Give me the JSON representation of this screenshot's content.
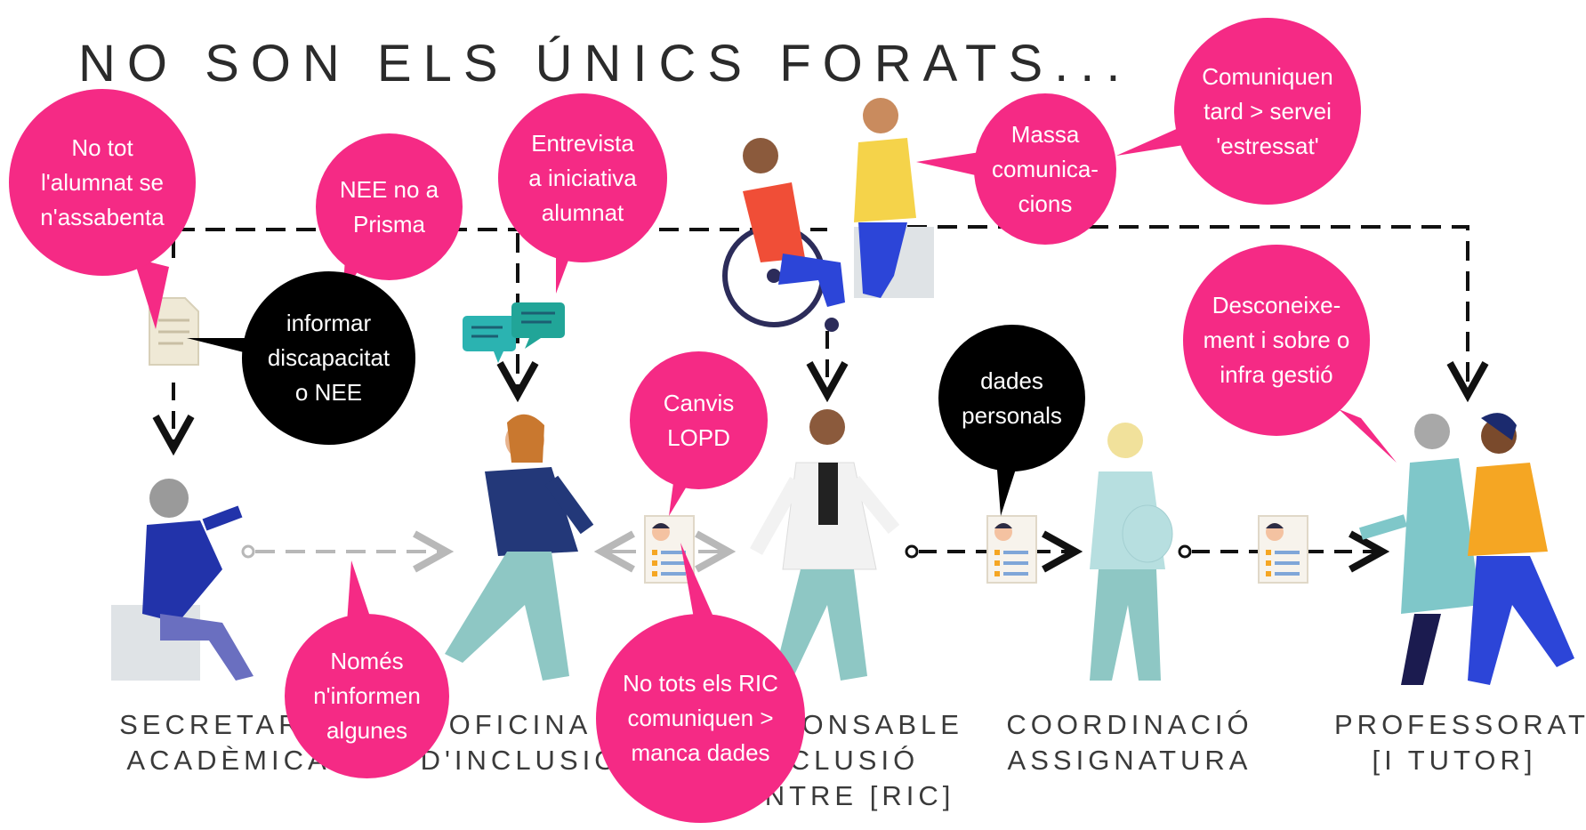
{
  "title": "NO SON ELS ÚNICS FORATS...",
  "colors": {
    "pink": "#f52a85",
    "black": "#000000",
    "dashed_main": "#111111",
    "dashed_grey": "#b8b8b8"
  },
  "stages": [
    {
      "line1": "SECRETARIA",
      "line2": "ACADÈMICA",
      "line3": ""
    },
    {
      "line1": "OFICINA",
      "line2": "D'INCLUSIÓ",
      "line3": ""
    },
    {
      "line1": "RESPONSABLE",
      "line2": "INCLUSIÓ",
      "line3": "CENTRE [RIC]"
    },
    {
      "line1": "COORDINACIÓ",
      "line2": "ASSIGNATURA",
      "line3": ""
    },
    {
      "line1": "PROFESSORAT",
      "line2": "[I TUTOR]",
      "line3": ""
    }
  ],
  "bubbles": {
    "no_tot": {
      "line1": "No tot",
      "line2": "l'alumnat se",
      "line3": "n'assabenta"
    },
    "nee": {
      "line1": "NEE no a",
      "line2": "Prisma"
    },
    "entrevista": {
      "line1": "Entrevista",
      "line2": "a iniciativa",
      "line3": "alumnat"
    },
    "massa": {
      "line1": "Massa",
      "line2": "comunica-",
      "line3": "cions"
    },
    "comuniquen": {
      "line1": "Comuniquen",
      "line2": "tard > servei",
      "line3": "'estressat'"
    },
    "informar": {
      "line1": "informar",
      "line2": "discapacitat",
      "line3": "o NEE"
    },
    "canvis": {
      "line1": "Canvis",
      "line2": "LOPD"
    },
    "dades": {
      "line1": "dades",
      "line2": "personals"
    },
    "desconeixement": {
      "line1": "Desconeixe-",
      "line2": "ment i sobre o",
      "line3": "infra gestió"
    },
    "nomes": {
      "line1": "Només",
      "line2": "n'informen",
      "line3": "algunes"
    },
    "no_tots": {
      "line1": "No tots els RIC",
      "line2": "comuniquen >",
      "line3": "manca dades"
    }
  }
}
